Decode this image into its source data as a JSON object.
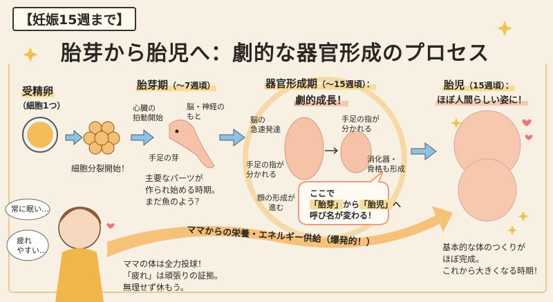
{
  "header": {
    "tag": "【妊娠15週まで】",
    "title": "胎芽から胎児へ：劇的な器官形成のプロセス"
  },
  "stage1": {
    "title": "受精卵",
    "subtitle": "（細胞1つ）",
    "caption": "細胞分裂開始！"
  },
  "stage2": {
    "title": "胎芽期",
    "period": "（～7週頃）",
    "label_heart": "心臓の\n拍動開始",
    "label_brain": "脳・神経の\nもと",
    "label_limb": "手足の芽",
    "desc": "主要なパーツが\n作られ始める時期。\nまだ魚のよう？"
  },
  "stage3": {
    "title": "器官形成期",
    "period": "（～15週頃）：",
    "subtitle": "劇的成長！",
    "label_brain": "脳の\n急速発達",
    "label_fingers_left": "手足の指が\n分かれる",
    "label_face": "顔の形成が\n進む",
    "label_fingers_right": "手足の指が\n分かれる",
    "label_organs": "消化器・\n骨格も形成",
    "bubble": {
      "line1": "ここで",
      "q1": "「胎芽」",
      "mid": "から",
      "q2": "「胎児」",
      "end": "へ",
      "line3": "呼び名が変わる！"
    }
  },
  "stage4": {
    "title": "胎児",
    "period": "（15週頃）：",
    "subtitle": "ほぼ人間らしい姿に！",
    "desc": "基本的な体のつくりが\nほぼ完成。\nこれから大きくなる時期！"
  },
  "mama": {
    "thought1": "常に眠い…",
    "thought2": "疲れ\nやすい…",
    "desc": "ママの体は全力投球！\n「疲れ」は頑張りの証拠。\n無理せず休もう。",
    "arrow_label": "ママからの栄養・エネルギー供給（爆発的！）"
  },
  "colors": {
    "bg": "#f8f1e3",
    "arrow_blue": "#8cc4e0",
    "accent": "#f0a070",
    "skin": "#f6c3a8"
  }
}
